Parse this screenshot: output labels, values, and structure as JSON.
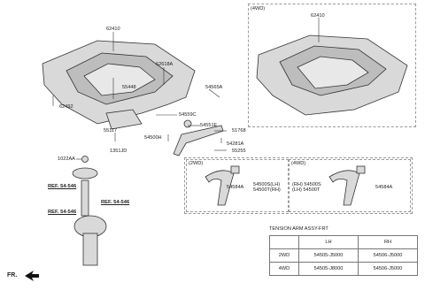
{
  "labels": {
    "p62410_main": "62410",
    "p62410_4wd": "62410",
    "p62618A": "62618A",
    "p55448": "55448",
    "p54565A": "54565A",
    "p62492": "62492",
    "p54559C": "54559C",
    "p54551E": "54551E",
    "p55117": "55117",
    "p51768": "51768",
    "p54500H": "54500H",
    "p54281A": "54281A",
    "p1351JD": "1351JD",
    "p55255": "55255",
    "p1022AA": "1022AA",
    "p54584A_2wd": "54584A",
    "p54500S_lh": "54500S(LH)",
    "p54500T_rh": "54500T(RH)",
    "p54500S_rh": "(RH) 54500S",
    "p54500T_lh": "(LH) 54500T",
    "p54584A_4wd": "54584A"
  },
  "boxes": {
    "top_4wd": "(4WD)",
    "arm_2wd": "(2WD)",
    "arm_4wd": "(4WD)"
  },
  "refs": {
    "ref1": "REF. 54-546",
    "ref2": "REF. 54-546",
    "ref3": "REF. 54-546"
  },
  "tension_table": {
    "title": "TENSION ARM ASSY-FRT",
    "headers": [
      "",
      "LH",
      "RH"
    ],
    "rows": [
      {
        "type": "2WD",
        "lh": "54505-J5000",
        "rh": "54506-J5000"
      },
      {
        "type": "4WD",
        "lh": "54505-J8000",
        "rh": "54506-J5000"
      }
    ]
  },
  "direction": "FR."
}
